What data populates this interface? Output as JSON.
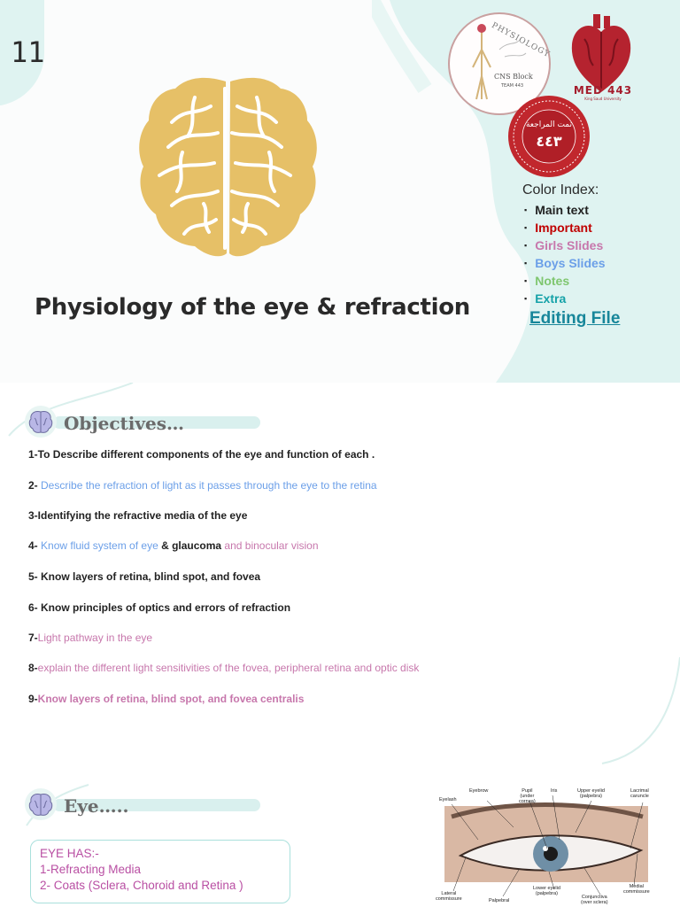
{
  "slide1": {
    "page_number": "11",
    "title": "Physiology of the eye & refraction",
    "logos": {
      "physiology_ring": "PHYSIOLOGY",
      "physiology_block": "CNS Block",
      "physiology_team": "TEAM 443",
      "med_text": "MED 443",
      "med_sub": "King Saud University",
      "seal_arabic": "تمت المراجعة",
      "seal_number": "٤٤٣"
    },
    "color_index": {
      "title": "Color Index:",
      "items": [
        {
          "label": "Main text",
          "color": "#222222"
        },
        {
          "label": "Important",
          "color": "#c00000"
        },
        {
          "label": "Girls Slides",
          "color": "#c777ac"
        },
        {
          "label": "Boys Slides",
          "color": "#6b9fe8"
        },
        {
          "label": "Notes",
          "color": "#7fc66f"
        },
        {
          "label": "Extra",
          "color": "#15a2a8"
        }
      ]
    },
    "editing_link": "Editing File"
  },
  "objectives": {
    "heading": "Objectives…",
    "items": [
      {
        "prefix": "1-To Describe different components of the eye and function of each ."
      },
      {
        "prefix": "2- ",
        "blue": "Describe the refraction of light as it passes through the eye to the retina"
      },
      {
        "prefix": "3-Identifying the refractive media of the eye"
      },
      {
        "prefix": "4- ",
        "blue": "Know fluid system of eye ",
        "dark": "& glaucoma",
        "pink": " and binocular vision"
      },
      {
        "prefix": "5- Know layers of retina, blind spot, and fovea"
      },
      {
        "prefix": "6- Know principles of optics and errors of refraction"
      },
      {
        "prefix": "7-",
        "pink": "Light pathway in the eye"
      },
      {
        "prefix": "8-",
        "pink": "explain the different light sensitivities of the fovea, peripheral retina and optic disk"
      },
      {
        "prefix": "9-",
        "pinkb": "Know layers of retina, blind spot, and fovea centralis"
      }
    ]
  },
  "eye": {
    "heading": "Eye…..",
    "box_lines": [
      "EYE HAS:-",
      "1-Refracting Media",
      "2- Coats (Sclera, Choroid and Retina )"
    ],
    "diagram_labels": {
      "eyebrow": "Eyebrow",
      "eyelash": "Eyelash",
      "pupil": "Pupil\n(under\ncornea)",
      "iris": "Iris",
      "upper_eyelid": "Upper eyelid\n(palpebra)",
      "lacrimal": "Lacrimal\ncaruncle",
      "lateral": "Lateral\ncommissure",
      "palpebral": "Palpebral",
      "lower_eyelid": "Lower eyelid\n(palpebra)",
      "conjunctiva": "Conjunctiva\n(over sclera)",
      "medial": "Medial\ncommissure"
    }
  }
}
